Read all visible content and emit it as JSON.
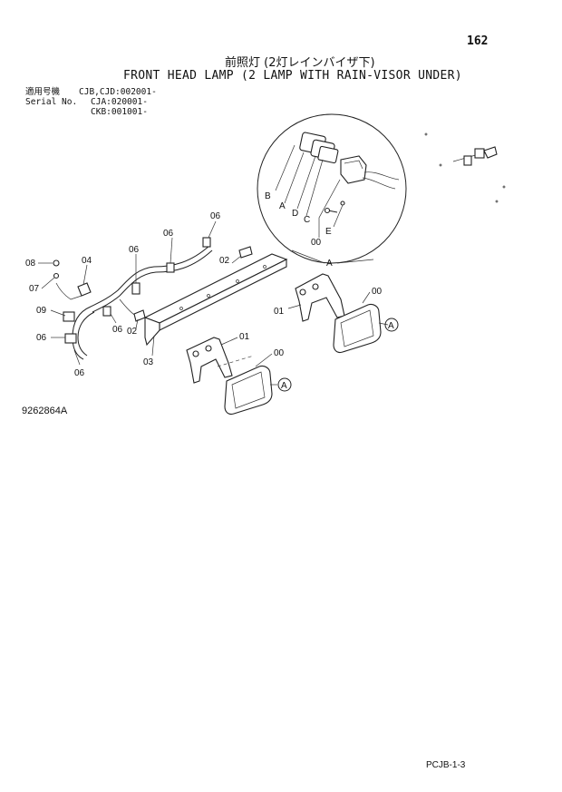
{
  "page": {
    "number": "162",
    "title_jp": "前照灯 (2灯レインバイザ下)",
    "title_en": "FRONT HEAD LAMP (2 LAMP WITH RAIN-VISOR UNDER)",
    "serial_label_jp": "適用号機",
    "serial_label_en": "Serial No.",
    "serial_lines": [
      "CJB,CJD:002001-",
      "CJA:020001-",
      "CKB:001001-"
    ],
    "drawing_number": "9262864A",
    "page_code": "PCJB-1-3"
  },
  "callouts": {
    "c00_detail": "00",
    "c00_right": "00",
    "c00_left": "00",
    "c01_right": "01",
    "c01_left": "01",
    "c02_upper": "02",
    "c02_lower": "02",
    "c03": "03",
    "c04": "04",
    "c06_top": "06",
    "c06_mid1": "06",
    "c06_mid2": "06",
    "c06_mid3": "06",
    "c06_left": "06",
    "c06_bottom": "06",
    "c07": "07",
    "c08": "08",
    "c09": "09",
    "dA": "A",
    "dB": "B",
    "dC": "C",
    "dD": "D",
    "dE": "E",
    "refA_circle": "A",
    "refA_right": "A",
    "refA_left": "A"
  }
}
